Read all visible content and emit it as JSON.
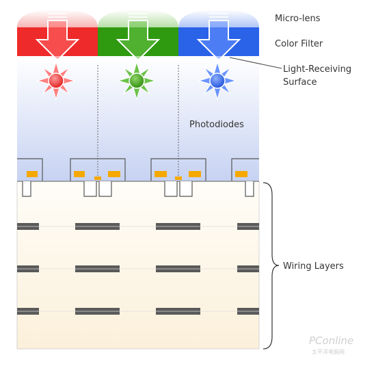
{
  "labels": {
    "micro_lens": "Micro-lens",
    "color_filter": "Color Filter",
    "light_receiving_line1": "Light-Receiving",
    "light_receiving_line2": "Surface",
    "photodiodes": "Photodiodes",
    "wiring_layers": "Wiring Layers"
  },
  "watermark": {
    "brand": "PConline",
    "chinese": "太平洋电脑网"
  },
  "colors": {
    "red": "#ee2a2a",
    "green": "#2f9a10",
    "blue": "#2a62e8",
    "photodiode_top": "#ffffff",
    "photodiode_bottom": "#c8d4f4",
    "wiring_bg": "#fdf6e6",
    "wiring_bar": "#5a5a5a",
    "contact": "#f5a800"
  }
}
